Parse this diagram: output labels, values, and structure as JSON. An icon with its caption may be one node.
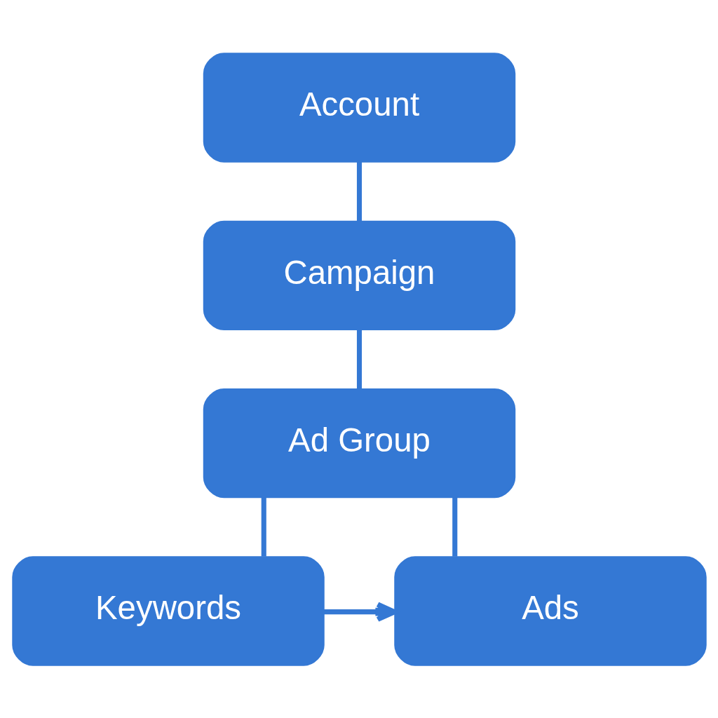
{
  "diagram": {
    "nodes": [
      {
        "text": [
          "Account"
        ]
      },
      {
        "text": [
          "Campaign"
        ]
      },
      {
        "text": [
          "Ad Group"
        ]
      },
      {
        "text": [
          "Keywords"
        ]
      },
      {
        "text": [
          "Ads"
        ]
      }
    ],
    "edges": [
      {
        "from": 0,
        "to": 1,
        "arrow": "none"
      },
      {
        "from": 1,
        "to": 2,
        "arrow": "none"
      },
      {
        "from": 2,
        "to": 3,
        "arrow": "none"
      },
      {
        "from": 2,
        "to": 4,
        "arrow": "none"
      },
      {
        "from": 3,
        "to": 4,
        "arrow": "to"
      }
    ]
  }
}
